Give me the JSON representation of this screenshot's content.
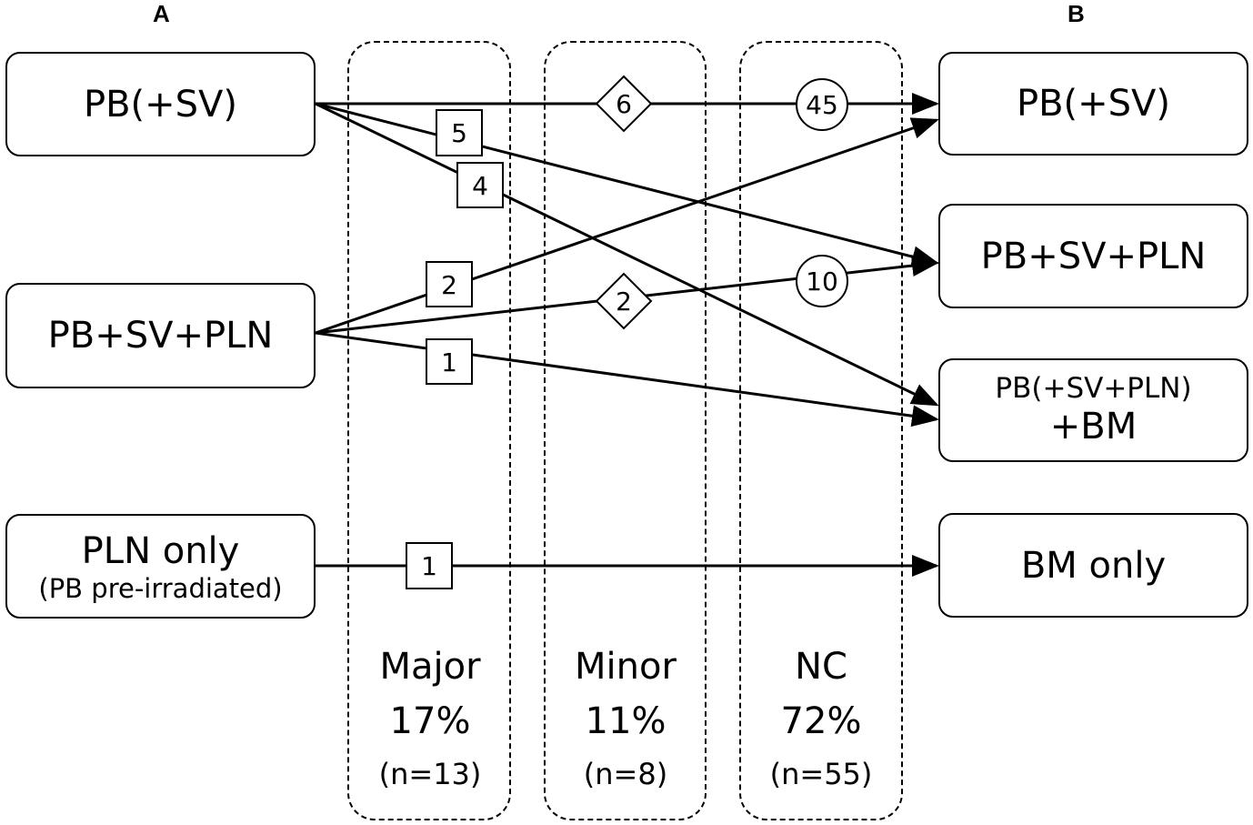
{
  "panels": {
    "left": "A",
    "right": "B"
  },
  "left_boxes": {
    "pb_sv": "PB(+SV)",
    "pb_sv_pln": "PB+SV+PLN",
    "pln_only": "PLN only",
    "pln_only_sub": "(PB pre-irradiated)"
  },
  "right_boxes": {
    "pb_sv": "PB(+SV)",
    "pb_sv_pln": "PB+SV+PLN",
    "pb_sv_pln_bm_top": "PB(+SV+PLN)",
    "pb_sv_pln_bm_bottom": "+BM",
    "bm_only": "BM only"
  },
  "zones": [
    {
      "name": "Major",
      "pct": "17%",
      "n": "(n=13)"
    },
    {
      "name": "Minor",
      "pct": "11%",
      "n": "(n=8)"
    },
    {
      "name": "NC",
      "pct": "72%",
      "n": "(n=55)"
    }
  ],
  "transitions": [
    {
      "from": "PB(+SV)",
      "to": "PB(+SV)",
      "count": "6",
      "marker": "diamond"
    },
    {
      "from": "PB(+SV)",
      "to": "PB(+SV)",
      "count": "45",
      "marker": "circle"
    },
    {
      "from": "PB(+SV)",
      "to": "PB+SV+PLN",
      "count": "5",
      "marker": "square"
    },
    {
      "from": "PB(+SV)",
      "to": "PB(+SV+PLN)+BM",
      "count": "4",
      "marker": "square"
    },
    {
      "from": "PB+SV+PLN",
      "to": "PB(+SV)",
      "count": "2",
      "marker": "square"
    },
    {
      "from": "PB+SV+PLN",
      "to": "PB+SV+PLN",
      "count": "2",
      "marker": "diamond"
    },
    {
      "from": "PB+SV+PLN",
      "to": "PB+SV+PLN",
      "count": "10",
      "marker": "circle"
    },
    {
      "from": "PB+SV+PLN",
      "to": "PB(+SV+PLN)+BM",
      "count": "1",
      "marker": "square"
    },
    {
      "from": "PLN only",
      "to": "BM only",
      "count": "1",
      "marker": "square"
    }
  ]
}
